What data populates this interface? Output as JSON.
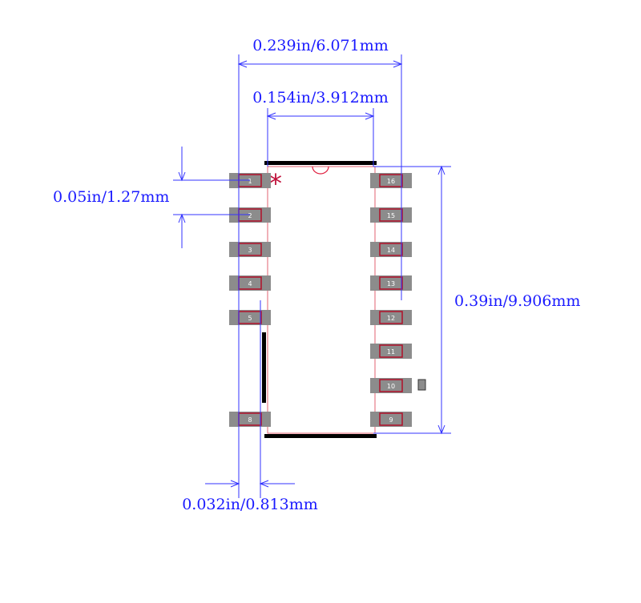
{
  "dimensions": {
    "total_width": "0.239in/6.071mm",
    "body_width": "0.154in/3.912mm",
    "pitch": "0.05in/1.27mm",
    "body_length": "0.39in/9.906mm",
    "pad_width": "0.032in/0.813mm"
  },
  "pin1_marker": "*",
  "pins": {
    "left": [
      "1",
      "2",
      "3",
      "4",
      "5",
      "8"
    ],
    "right": [
      "16",
      "15",
      "14",
      "13",
      "12",
      "11",
      "10",
      "9"
    ]
  },
  "colors": {
    "dimension": "#1a1aff",
    "outline": "#b0102a",
    "pad": "#8c8c8c",
    "silkscreen": "#000000"
  }
}
